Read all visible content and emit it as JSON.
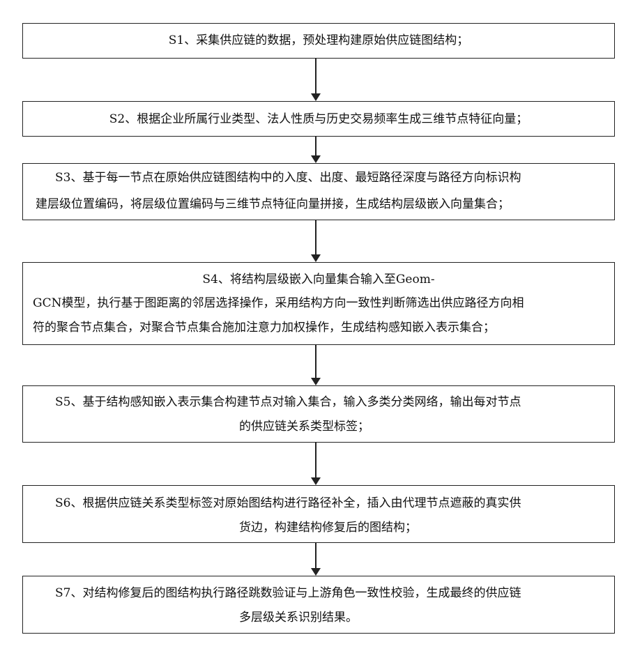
{
  "steps": [
    {
      "id": "S1",
      "lines": [
        "S1、采集供应链的数据，预处理构建原始供应链图结构；"
      ]
    },
    {
      "id": "S2",
      "lines": [
        "S2、根据企业所属行业类型、法人性质与历史交易频率生成三维节点特征向量；"
      ]
    },
    {
      "id": "S3",
      "lines": [
        "S3、基于每一节点在原始供应链图结构中的入度、出度、最短路径深度与路径方向标识构",
        "建层级位置编码，将层级位置编码与三维节点特征向量拼接，生成结构层级嵌入向量集合；"
      ]
    },
    {
      "id": "S4",
      "lines": [
        "S4、将结构层级嵌入向量集合输入至Geom-",
        "GCN模型，执行基于图距离的邻居选择操作，采用结构方向一致性判断筛选出供应路径方向相",
        "符的聚合节点集合，对聚合节点集合施加注意力加权操作，生成结构感知嵌入表示集合；"
      ]
    },
    {
      "id": "S5",
      "lines": [
        "S5、基于结构感知嵌入表示集合构建节点对输入集合，输入多类分类网络，输出每对节点",
        "的供应链关系类型标签；"
      ]
    },
    {
      "id": "S6",
      "lines": [
        "S6、根据供应链关系类型标签对原始图结构进行路径补全，插入由代理节点遮蔽的真实供",
        "货边，构建结构修复后的图结构；"
      ]
    },
    {
      "id": "S7",
      "lines": [
        "S7、对结构修复后的图结构执行路径跳数验证与上游角色一致性校验，生成最终的供应链",
        "多层级关系识别结果。"
      ]
    }
  ]
}
